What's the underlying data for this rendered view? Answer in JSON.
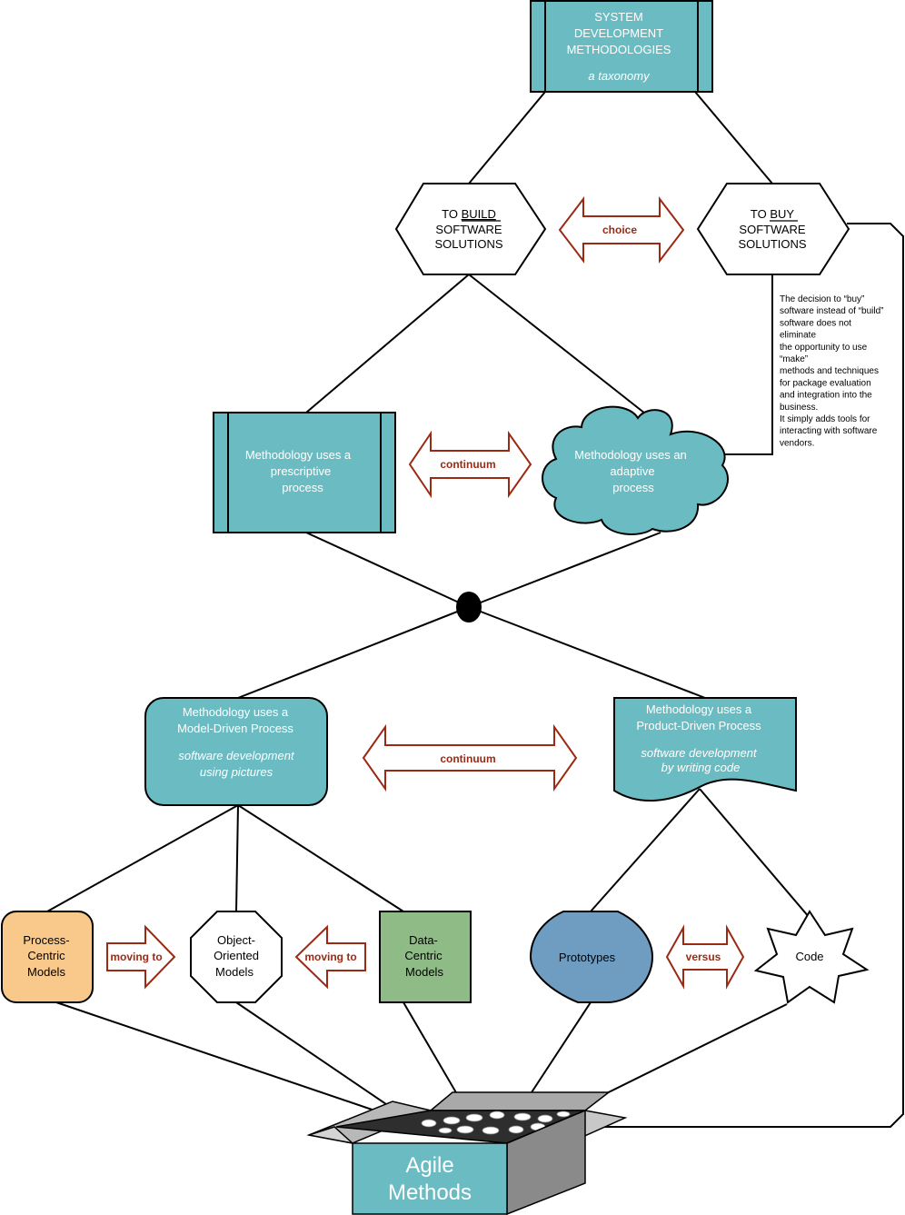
{
  "colors": {
    "teal": "#6bbcc2",
    "orange": "#f8c98a",
    "green": "#8fbb86",
    "blue": "#6f9dc1",
    "arrow": "#9b2a14"
  },
  "top": {
    "line1": "SYSTEM",
    "line2": "DEVELOPMENT",
    "line3": "METHODOLOGIES",
    "subtitle": "a taxonomy"
  },
  "build": {
    "prefix": "TO ",
    "key": "BUILD",
    "line2": "SOFTWARE",
    "line3": "SOLUTIONS"
  },
  "buy": {
    "prefix": "TO ",
    "key": "BUY",
    "line2": "SOFTWARE",
    "line3": "SOLUTIONS"
  },
  "choice_label": "choice",
  "note": {
    "lines": [
      "The decision to “buy”",
      "software instead of “build”",
      "software does not",
      "eliminate",
      "the opportunity to use",
      "“make”",
      "methods and techniques",
      "for package evaluation",
      "and integration into the",
      "business.",
      "It simply adds tools for",
      "interacting with software",
      "vendors."
    ]
  },
  "prescriptive": {
    "line1": "Methodology uses a",
    "line2": "prescriptive",
    "line3": "process"
  },
  "adaptive": {
    "line1": "Methodology uses an",
    "line2": "adaptive",
    "line3": "process"
  },
  "continuum_label_1": "continuum",
  "model_driven": {
    "line1": "Methodology uses a",
    "line2": "Model-Driven Process",
    "line3": "software development",
    "line4": "using pictures"
  },
  "product_driven": {
    "line1": "Methodology uses a",
    "line2": "Product-Driven Process",
    "line3": "software development",
    "line4": "by writing code"
  },
  "continuum_label_2": "continuum",
  "process_centric": {
    "line1": "Process-",
    "line2": "Centric",
    "line3": "Models"
  },
  "object_oriented": {
    "line1": "Object-",
    "line2": "Oriented",
    "line3": "Models"
  },
  "data_centric": {
    "line1": "Data-",
    "line2": "Centric",
    "line3": "Models"
  },
  "moving_to_1": "moving to",
  "moving_to_2": "moving to",
  "prototypes": "Prototypes",
  "versus_label": "versus",
  "code": "Code",
  "agile": {
    "line1": "Agile",
    "line2": "Methods"
  }
}
